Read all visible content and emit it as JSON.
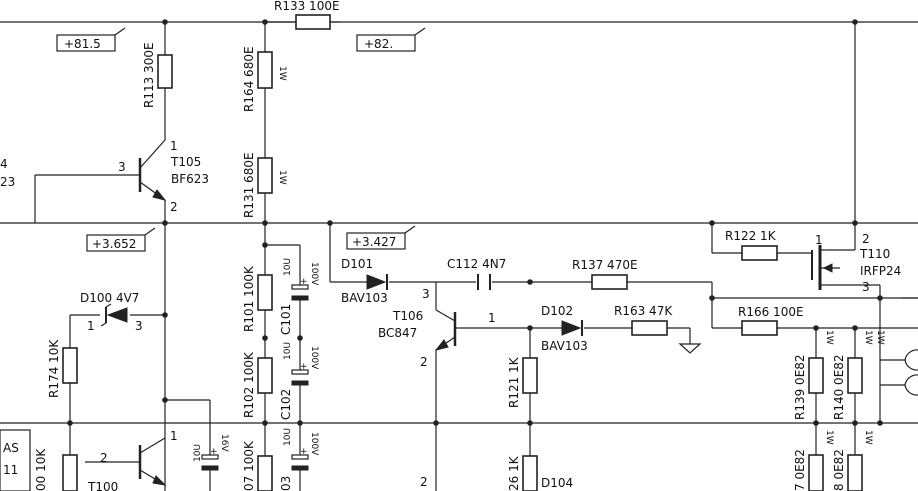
{
  "voltage_tags": {
    "v1": "+81.5",
    "v2": "+82.",
    "v3": "+3.652",
    "v4": "+3.427"
  },
  "resistors": {
    "r133": "R133 100E",
    "r113": "R113 300E",
    "r164": "R164 680E",
    "r131": "R131 680E",
    "r101": "R101 100K",
    "r102": "R102 100K",
    "r174": "R174 10K",
    "r137": "R137 470E",
    "r163": "R163 47K",
    "r122": "R122 1K",
    "r166": "R166 100E",
    "r121": "R121 1K",
    "r139": "R139 0E82",
    "r140": "R140 0E82",
    "r126": "26 1K",
    "r107": "07 100K",
    "r100": "00 10K",
    "r127": "7 0E82",
    "r128": "8 0E82"
  },
  "power_ratings": {
    "w1": "1W",
    "w2": "1W",
    "w3": "1W",
    "w4": "1W",
    "w5": "1W",
    "w6": "1W",
    "w7": "1W"
  },
  "capacitors": {
    "c101": "C101",
    "c101_v": "10U",
    "c101_r": "100V",
    "c102": "C102",
    "c102_v": "10U",
    "c102_r": "100V",
    "c103": "03",
    "c103_v": "10U",
    "c103_r": "100V",
    "c112": "C112 4N7",
    "cx_v": "10U",
    "cx_r": "16V",
    "plus": "+"
  },
  "transistors": {
    "t105": "T105",
    "t105_type": "BF623",
    "t106": "T106",
    "t106_type": "BC847",
    "t110": "T110",
    "t110_type": "IRFP24",
    "t100": "T100"
  },
  "diodes": {
    "d100": "D100 4V7",
    "d101": "D101",
    "d101_type": "BAV103",
    "d102": "D102",
    "d102_type": "BAV103",
    "d104": "D104"
  },
  "pins": {
    "p1": "1",
    "p2": "2",
    "p3": "3"
  },
  "left_labels": {
    "l1": "4",
    "l2": "23",
    "l3": "AS",
    "l4": "11"
  }
}
